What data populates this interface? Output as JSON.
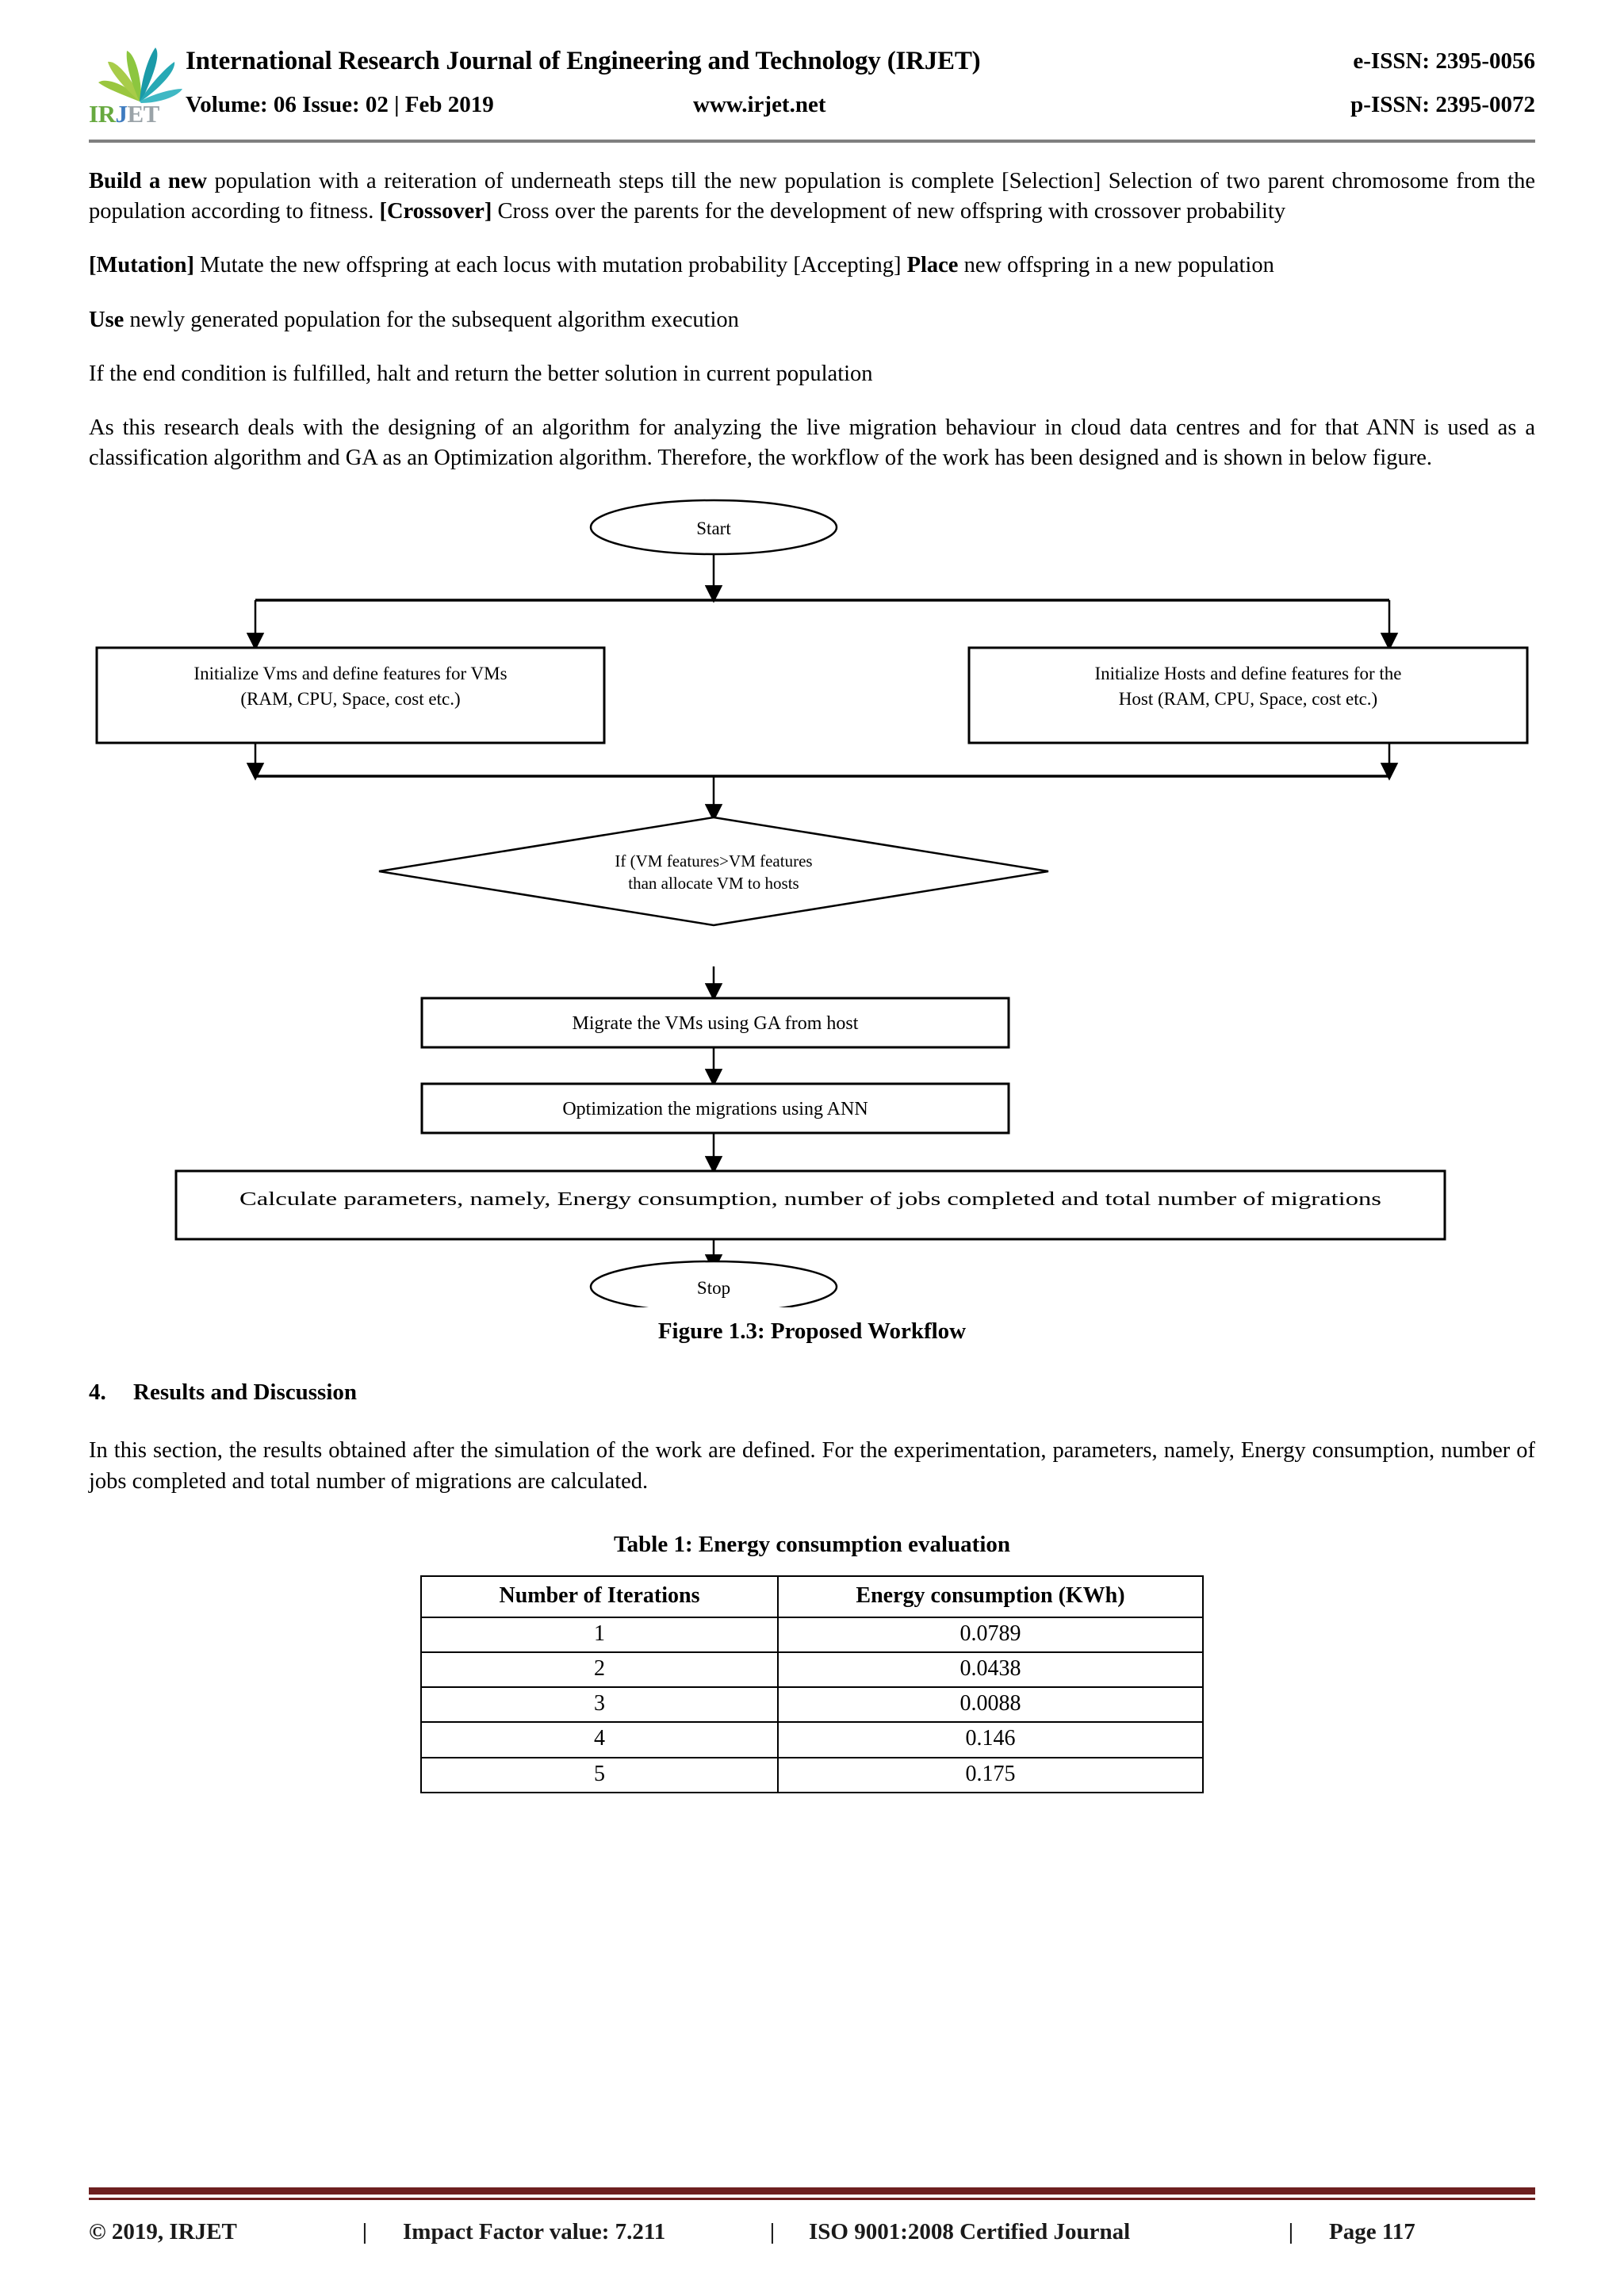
{
  "header": {
    "logo_word_parts": {
      "ir": "IR",
      "j": "J",
      "et": "ET"
    },
    "journal_title": "International Research Journal of Engineering and Technology (IRJET)",
    "e_issn": "e-ISSN: 2395-0056",
    "volume_line": "Volume: 06 Issue: 02 | Feb 2019",
    "website": "www.irjet.net",
    "p_issn": "p-ISSN: 2395-0072"
  },
  "paragraphs": {
    "p1_bold": "Build a new",
    "p1_rest_a": " population with a reiteration of underneath steps till the new population is complete [Selection] Selection of two parent chromosome from the population according to fitness. ",
    "p1_bold2": "[Crossover]",
    "p1_rest_b": " Cross over the parents for the development of new offspring with crossover probability",
    "p2_bold": "[Mutation]",
    "p2_rest_a": " Mutate the new offspring at each locus with mutation probability [Accepting] ",
    "p2_bold2": "Place",
    "p2_rest_b": " new offspring in a new population",
    "p3_bold": "Use",
    "p3_rest": " newly generated population for the subsequent algorithm execution",
    "p4": "If the end condition is fulfilled, halt and return the better solution in current population",
    "p5": "As this research deals with the designing of an algorithm for analyzing the live migration behaviour in cloud data centres and for that ANN is used as a classification algorithm and GA as an Optimization algorithm. Therefore, the workflow of the work has been designed and is shown in below figure."
  },
  "flowchart": {
    "start": "Start",
    "init_vms_line1": "Initialize Vms and define features for VMs",
    "init_vms_line2": "(RAM, CPU, Space, cost etc.)",
    "init_hosts_line1": "Initialize Hosts and define features for the",
    "init_hosts_line2": "Host (RAM, CPU, Space, cost etc.)",
    "decision_line1": "If (VM features>VM features",
    "decision_line2": "than allocate VM to hosts",
    "migrate": "Migrate the VMs using GA from host",
    "optimize": "Optimization the migrations using ANN",
    "calculate": "Calculate parameters, namely, Energy consumption, number of jobs completed and total number of migrations",
    "stop": "Stop"
  },
  "figure_caption": "Figure 1.3: Proposed Workflow",
  "section": {
    "number": "4.",
    "title": "Results and Discussion",
    "intro": "In this section, the results obtained after the simulation of the work are defined. For the experimentation, parameters, namely, Energy consumption, number of jobs completed and total number of migrations are calculated."
  },
  "table": {
    "title": "Table 1: Energy consumption evaluation",
    "columns": [
      "Number of Iterations",
      "Energy consumption (KWh)"
    ],
    "rows": [
      [
        "1",
        "0.0789"
      ],
      [
        "2",
        "0.0438"
      ],
      [
        "3",
        "0.0088"
      ],
      [
        "4",
        "0.146"
      ],
      [
        "5",
        "0.175"
      ]
    ]
  },
  "chart_data": {
    "type": "table",
    "title": "Table 1: Energy consumption evaluation",
    "categories": [
      "1",
      "2",
      "3",
      "4",
      "5"
    ],
    "values": [
      0.0789,
      0.0438,
      0.0088,
      0.146,
      0.175
    ],
    "xlabel": "Number of Iterations",
    "ylabel": "Energy consumption (KWh)"
  },
  "footer": {
    "copyright": "© 2019, IRJET",
    "sep": "|",
    "impact_factor": "Impact Factor value: 7.211",
    "certification": "ISO 9001:2008 Certified Journal",
    "page": "Page 117"
  },
  "colors": {
    "rule_gray": "#7f7f7f",
    "footer_maroon": "#6d2020",
    "logo_green": "#8cc63f",
    "logo_teal": "#1b9aa8",
    "logo_blue": "#3f7cc0"
  }
}
